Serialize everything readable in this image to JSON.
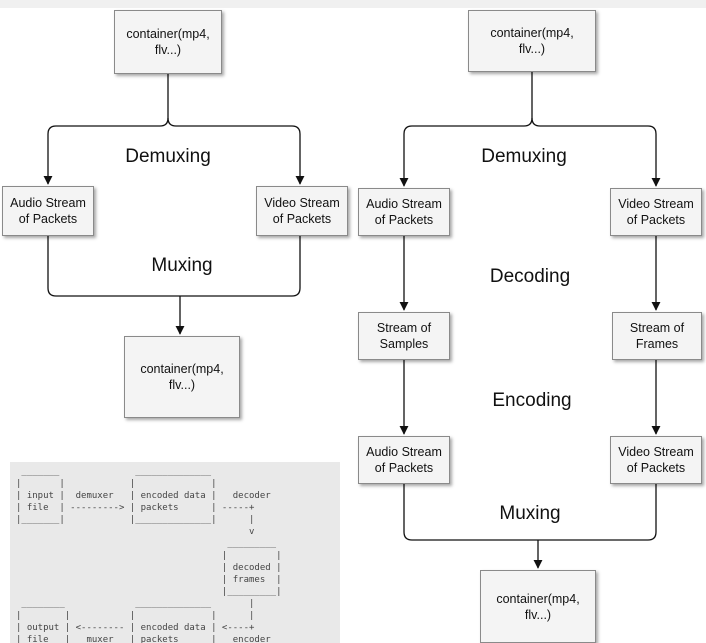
{
  "left_diagram": {
    "top_container": "container(mp4,\nflv...)",
    "demuxing_label": "Demuxing",
    "audio_stream": "Audio Stream\nof Packets",
    "video_stream": "Video Stream\nof Packets",
    "muxing_label": "Muxing",
    "bottom_container": "container(mp4,\nflv...)"
  },
  "right_diagram": {
    "top_container": "container(mp4,\nflv...)",
    "demuxing_label": "Demuxing",
    "audio_packets_in": "Audio Stream\nof Packets",
    "video_packets_in": "Video Stream\nof Packets",
    "decoding_label": "Decoding",
    "samples": "Stream of\nSamples",
    "frames": "Stream of\nFrames",
    "encoding_label": "Encoding",
    "audio_packets_out": "Audio Stream\nof Packets",
    "video_packets_out": "Video Stream\nof Packets",
    "muxing_label": "Muxing",
    "bottom_container": "container(mp4,\nflv...)"
  },
  "ascii_diagram": {
    "text": " _______              ______________\n|       |            |              |\n| input |  demuxer   | encoded data |   decoder\n| file  | ---------> | packets      | -----+\n|_______|            |______________|      |\n                                           v\n                                       _________\n                                      |         |\n                                      | decoded |\n                                      | frames  |\n                                      |_________|\n ________             ______________       |\n|        |           |              |      |\n| output | <-------- | encoded data | <----+\n| file   |   muxer   | packets      |   encoder\n|________|           |______________|"
  }
}
